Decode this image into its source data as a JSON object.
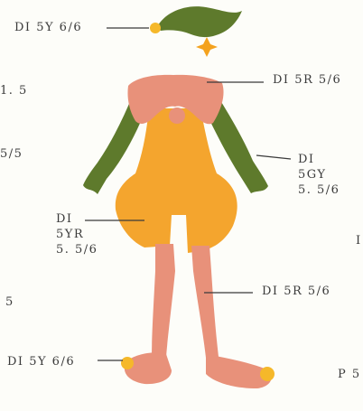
{
  "colors": {
    "hat": "#5e7a2c",
    "pompom": "#f5b82a",
    "star": "#f4a21e",
    "collar": "#e8917a",
    "sleeves": "#5e7a2c",
    "body": "#f4a52e",
    "legs": "#e8917a",
    "shoes": "#e8917a",
    "shoe_pompoms": "#f5b82a",
    "leader_line": "#3a3a3a"
  },
  "labels": {
    "hat_pompom": "DI 5Y 6/6",
    "collar": "DI 5R 5/6",
    "sleeve_lines": [
      "DI",
      "5GY",
      "5. 5/6"
    ],
    "body_lines": [
      "DI",
      "5YR",
      "5. 5/6"
    ],
    "legs": "DI 5R 5/6",
    "shoe_pompom": "DI 5Y 6/6"
  },
  "edge_fragments": {
    "left_a": "1. 5",
    "left_b": "5/5",
    "left_c": "5",
    "right_a": "I",
    "right_b": "P 5"
  }
}
